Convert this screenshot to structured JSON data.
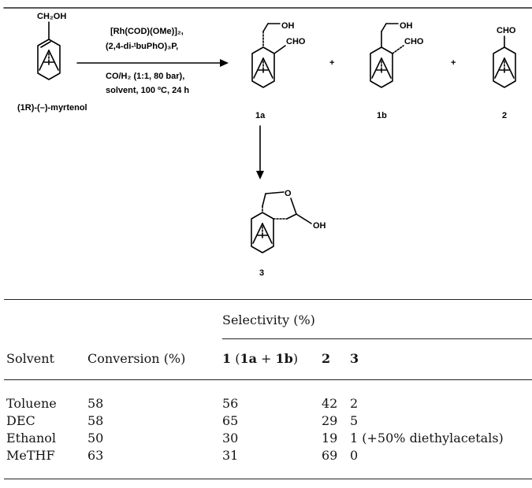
{
  "scheme": {
    "reactant_label": "(1R)-(–)-myrtenol",
    "reactant_group": "CH₂OH",
    "conditions": [
      "[Rh(COD)(OMe)]₂,",
      "(2,4-di-ᵗbuPhO)₃P,",
      "CO/H₂ (1:1, 80 bar),",
      "solvent, 100 ºC, 24 h"
    ],
    "plus": "+",
    "oh": "OH",
    "cho": "CHO",
    "o": "O",
    "labels": {
      "p1a": "1a",
      "p1b": "1b",
      "p2": "2",
      "p3": "3"
    }
  },
  "table": {
    "group_header": "Selectivity (%)",
    "columns": {
      "solvent": "Solvent",
      "conversion": "Conversion (%)",
      "sel1_num": "1",
      "sel1_open": " (",
      "sel1_a": "1a",
      "sel1_plus": " + ",
      "sel1_b": "1b",
      "sel1_close": ")",
      "sel2": "2",
      "sel3": "3"
    },
    "rows": [
      {
        "solvent": "Toluene",
        "conversion": "58",
        "s1": "56",
        "s2": "42",
        "s3": "2"
      },
      {
        "solvent": "DEC",
        "conversion": "58",
        "s1": "65",
        "s2": "29",
        "s3": "5"
      },
      {
        "solvent": "Ethanol",
        "conversion": "50",
        "s1": "30",
        "s2": "19",
        "s3": "1 (+50% diethylacetals)"
      },
      {
        "solvent": "MeTHF",
        "conversion": "63",
        "s1": "31",
        "s2": "69",
        "s3": "0"
      }
    ]
  }
}
